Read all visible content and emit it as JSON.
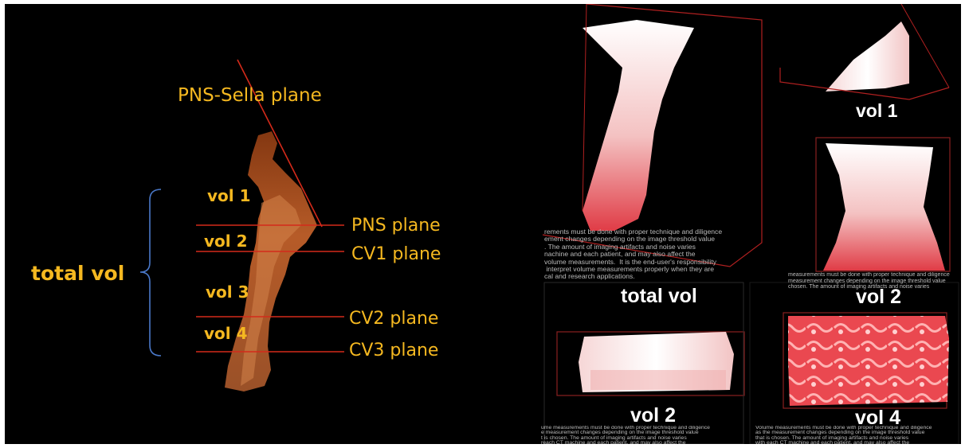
{
  "left_panel": {
    "planes": {
      "pns_sella": "PNS-Sella plane",
      "pns": "PNS plane",
      "cv1": "CV1 plane",
      "cv2": "CV2 plane",
      "cv3": "CV3 plane"
    },
    "volumes": {
      "vol1": "vol 1",
      "vol2": "vol 2",
      "vol3": "vol 3",
      "vol4": "vol 4",
      "total": "total vol"
    }
  },
  "right_panel": {
    "labels": {
      "vol1": "vol 1",
      "total": "total vol",
      "vol2_right": "vol  2",
      "vol2_bottom": "vol 2",
      "vol4": "vol  4"
    },
    "disclaimers": {
      "total": "rements must be done with proper technique and diligence\nement changes depending on the image threshold value\n. The amount of imaging artifacts and noise varies\nnachine and each patient, and may also affect the\nvolume measurements.  It is the end-user's responsibility\n interpret volume measurements properly when they are\ncal and research applications.",
      "vol2_right": "measurements must be done with proper technique and diligence\nmeasurement changes depending on the image threshold value\nchosen. The amount of imaging artifacts and noise varies",
      "vol2_bottom": "ume measurements must be done with proper technique and diligence\ne measurement changes depending on the image threshold value\nt is chosen. The amount of imaging artifacts and noise varies\nreach CT machine and each patient, and may also affect the\nshold and volume measurements.  It is the end-user's responsibility",
      "vol4": "Volume measurements must be done with proper technique and diligence\nas the measurement changes depending on the image threshold value\nthat is chosen. The amount of imaging artifacts and noise varies\nwith each CT machine and each patient, and may also affect the\nthreshold and volume measurements.  It is the end-user's responsibility"
    }
  },
  "colors": {
    "label_yellow": "#f5b820",
    "plane_red": "#d42a1a",
    "bracket_blue": "#4a78c8",
    "airway_orange": "#b8521f"
  }
}
